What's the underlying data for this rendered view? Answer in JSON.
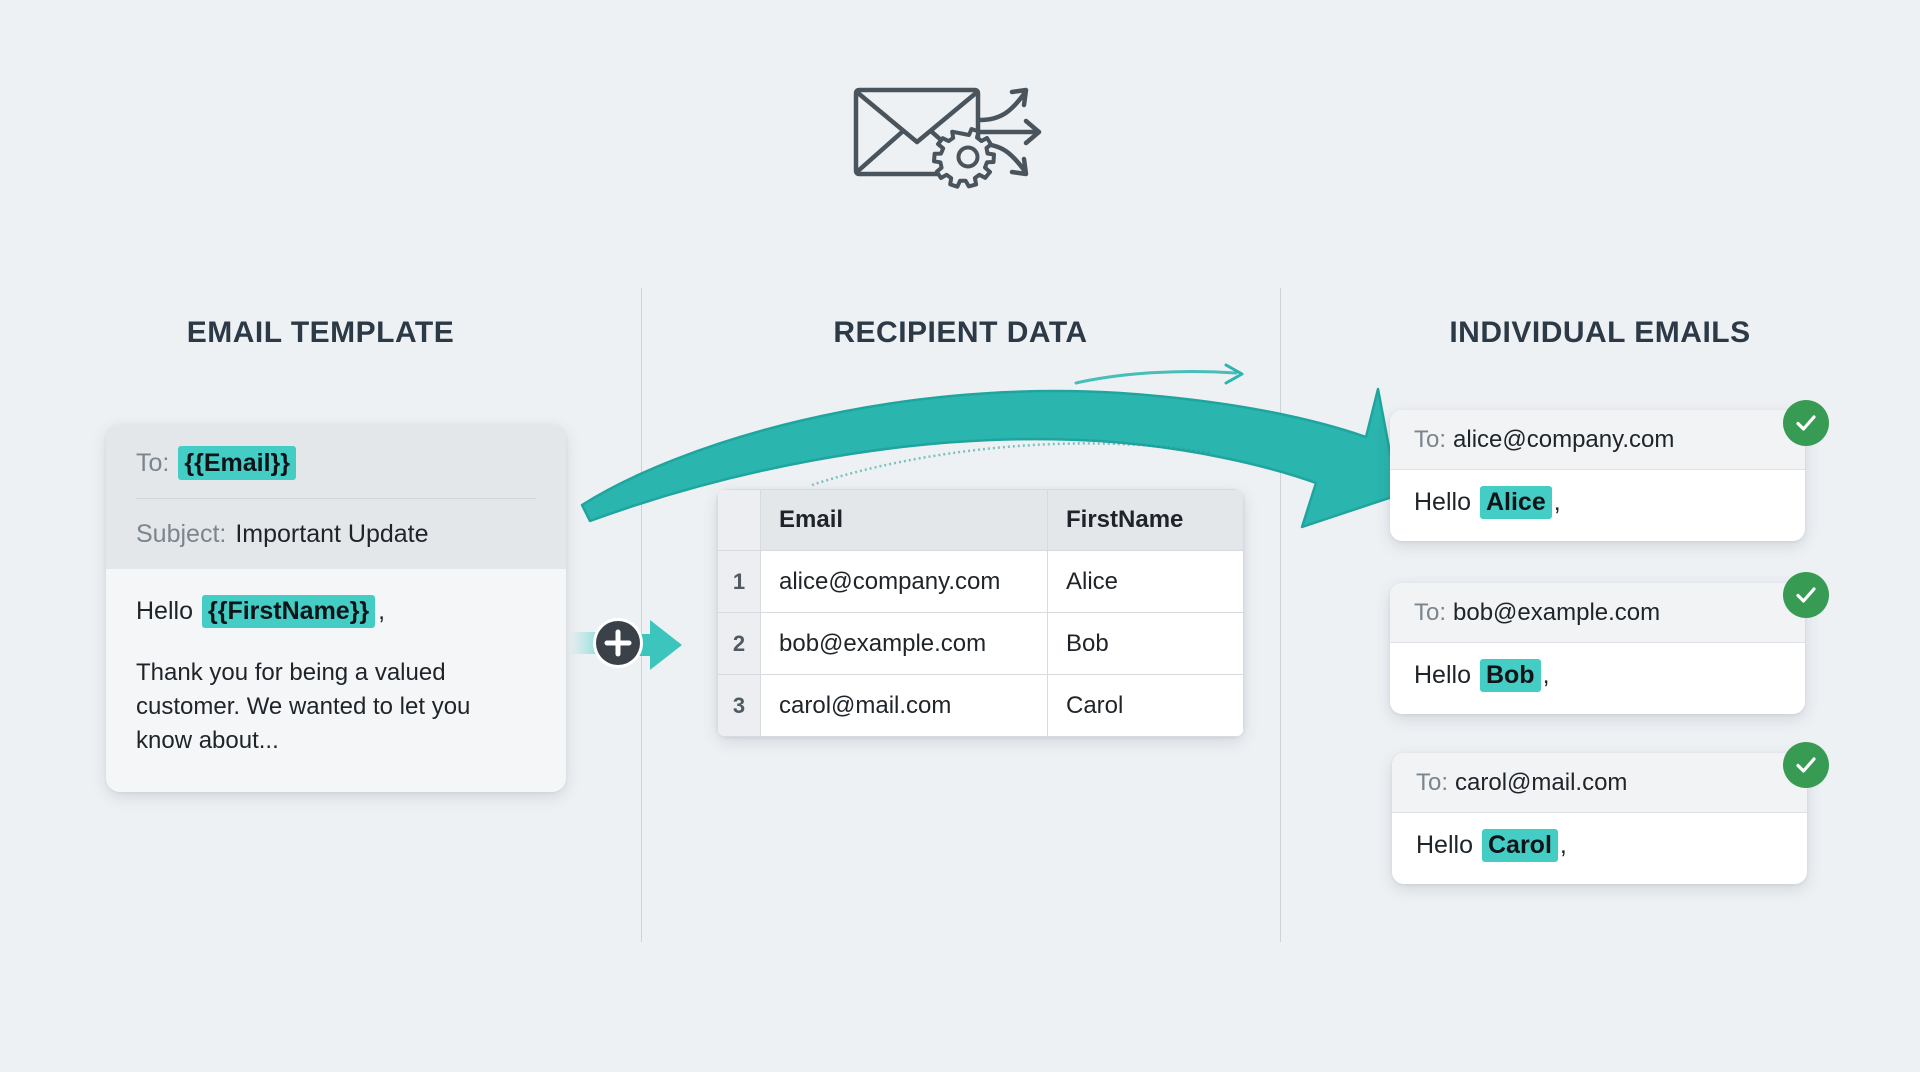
{
  "header": {
    "icon": "envelope-gear-distribute-icon"
  },
  "columns": {
    "template_title": "EMAIL TEMPLATE",
    "recipient_title": "RECIPIENT DATA",
    "output_title": "INDIVIDUAL EMAILS"
  },
  "template_card": {
    "to_label": "To:",
    "to_value": "{{Email}}",
    "subject_label": "Subject:",
    "subject_value": "Important Update",
    "greeting_text": "Hello",
    "greeting_token": "{{FirstName}}",
    "greeting_comma": ",",
    "body_paragraph": "Thank you for being a valued customer. We wanted to let you know about..."
  },
  "connector": {
    "plus_symbol": "+",
    "icon": "merge-plus-arrow-icon"
  },
  "table": {
    "headers": [
      "",
      "Email",
      "FirstName"
    ],
    "rows": [
      {
        "index": "1",
        "email": "alice@company.com",
        "first_name": "Alice"
      },
      {
        "index": "2",
        "email": "bob@example.com",
        "first_name": "Bob"
      },
      {
        "index": "3",
        "email": "carol@mail.com",
        "first_name": "Carol"
      }
    ]
  },
  "flow_arrow": {
    "icon": "curved-merge-arrow-icon"
  },
  "output_cards": [
    {
      "to_label": "To:",
      "to_value": "alice@company.com",
      "greeting_text": "Hello",
      "greeting_name": "Alice",
      "greeting_comma": ",",
      "status": "sent"
    },
    {
      "to_label": "To:",
      "to_value": "bob@example.com",
      "greeting_text": "Hello",
      "greeting_name": "Bob",
      "greeting_comma": ",",
      "status": "sent"
    },
    {
      "to_label": "To:",
      "to_value": "carol@mail.com",
      "greeting_text": "Hello",
      "greeting_name": "Carol",
      "greeting_comma": ",",
      "status": "sent"
    }
  ],
  "colors": {
    "background": "#eef1f4",
    "accent_teal": "#2ab5ae",
    "highlight_teal": "#44cdc4",
    "success_green": "#379b53",
    "title_text": "#2b3a46",
    "muted_text": "#7b858e",
    "icon_gray": "#4a545d"
  }
}
